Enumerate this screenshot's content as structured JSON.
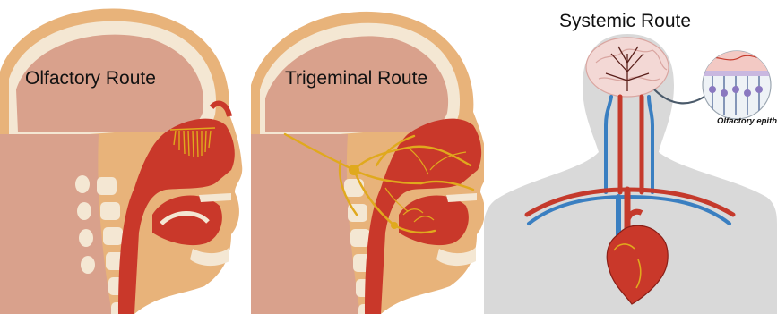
{
  "panels": [
    {
      "title": "Olfactory Route"
    },
    {
      "title": "Trigeminal Route"
    },
    {
      "title": "Systemic Route"
    }
  ],
  "inset_label": "Olfactory epitheliu",
  "colors": {
    "skin": "#e8b37a",
    "bone": "#f4e7d3",
    "brain": "#d9a18c",
    "tissue": "#c9382a",
    "nerve": "#e0a91d",
    "artery": "#c53a2c",
    "vein": "#3a7fc1",
    "body_silhouette": "#d9d9d9"
  },
  "icons": [
    "head-section-icon",
    "nerve-bundle-icon",
    "heart-icon",
    "brain-icon",
    "epithelium-inset-icon"
  ]
}
